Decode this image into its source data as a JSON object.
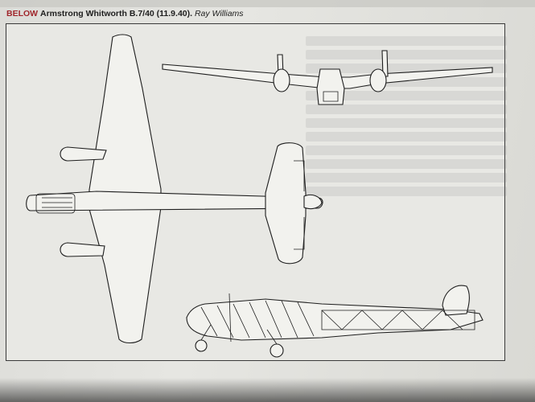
{
  "caption": {
    "keyword": "BELOW",
    "title": "Armstrong Whitworth B.7/40 (11.9.40).",
    "credit": "Ray Williams"
  }
}
